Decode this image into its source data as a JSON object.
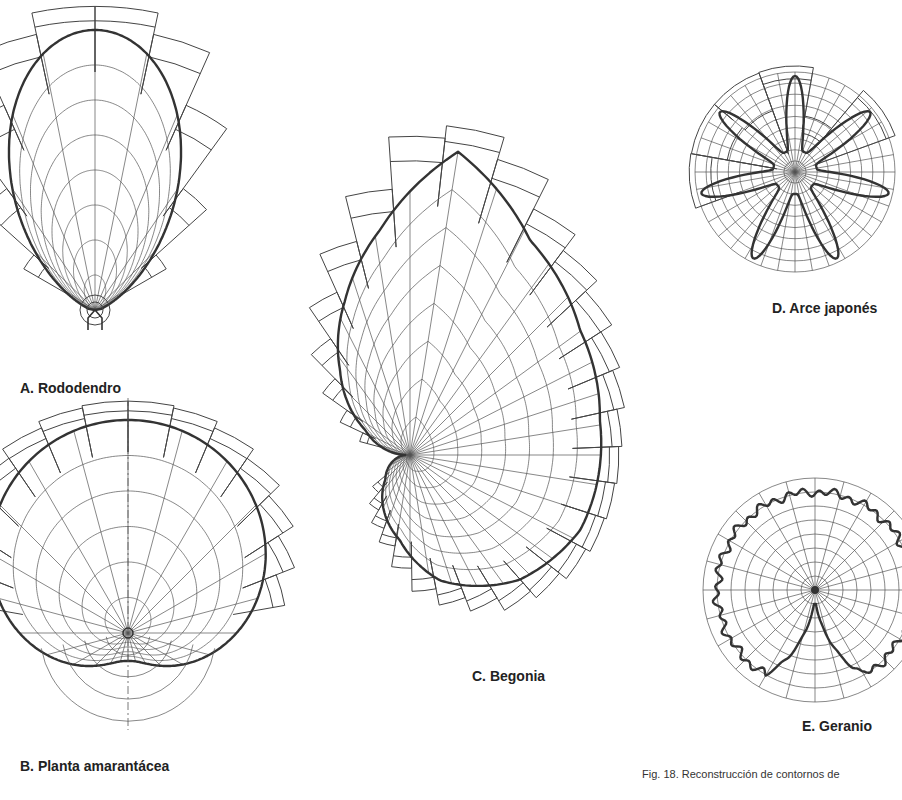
{
  "diagram": {
    "caption": "Fig. 18. Reconstrucción de contornos de",
    "labels": [
      "A. Rododendro",
      "B. Planta amarantácea",
      "C. Begonia",
      "D. Arce japonés",
      "E. Geranio"
    ]
  }
}
